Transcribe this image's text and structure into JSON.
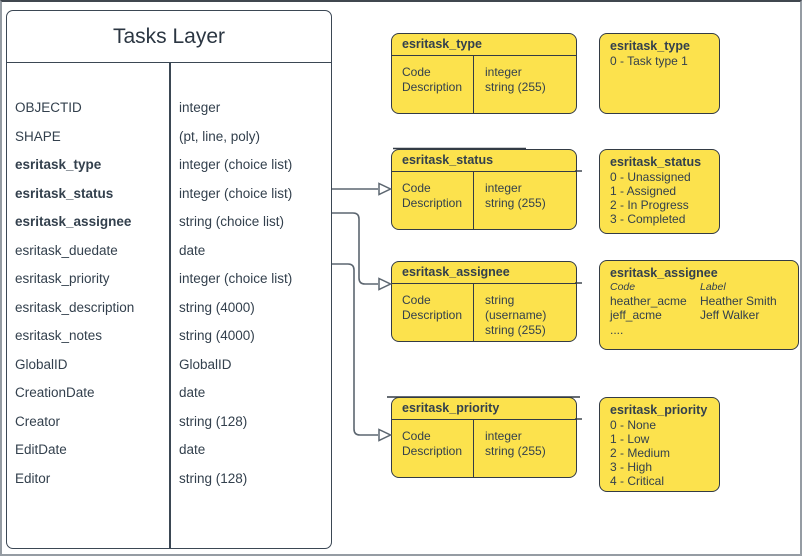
{
  "colors": {
    "box_fill": "#fce24d",
    "box_border": "#333b45",
    "connector": "#5c6670",
    "text": "#33404d"
  },
  "tasks_layer": {
    "title": "Tasks Layer",
    "fields": [
      {
        "name": "OBJECTID",
        "type": "integer"
      },
      {
        "name": "SHAPE",
        "type": "(pt, line, poly)"
      },
      {
        "name": "esritask_type",
        "type": "integer (choice list)"
      },
      {
        "name": "esritask_status",
        "type": "integer (choice list)"
      },
      {
        "name": "esritask_assignee",
        "type": "string (choice list)"
      },
      {
        "name": "esritask_duedate",
        "type": "date"
      },
      {
        "name": "esritask_priority",
        "type": "integer (choice list)"
      },
      {
        "name": "esritask_description",
        "type": "string (4000)"
      },
      {
        "name": "esritask_notes",
        "type": "string (4000)"
      },
      {
        "name": "GlobalID",
        "type": "GlobalID"
      },
      {
        "name": "CreationDate",
        "type": "date"
      },
      {
        "name": "Creator",
        "type": "string (128)"
      },
      {
        "name": "EditDate",
        "type": "date"
      },
      {
        "name": "Editor",
        "type": "string (128)"
      }
    ]
  },
  "field_tables": [
    {
      "title": "esritask_type",
      "row1_name": "Code",
      "row2_name": "Description",
      "row1_type": "integer",
      "row2_type": "string (255)"
    },
    {
      "title": "esritask_status",
      "row1_name": "Code",
      "row2_name": "Description",
      "row1_type": "integer",
      "row2_type": "string (255)"
    },
    {
      "title": "esritask_assignee",
      "row1_name": "Code",
      "row2_name": "Description",
      "row1_type": "string  (username)",
      "row2_type": "string (255)"
    },
    {
      "title": "esritask_priority",
      "row1_name": "Code",
      "row2_name": "Description",
      "row1_type": "integer",
      "row2_type": "string (255)"
    }
  ],
  "domain_tables": {
    "type": {
      "title": "esritask_type",
      "values": [
        "0 - Task type 1"
      ]
    },
    "status": {
      "title": "esritask_status",
      "values": [
        "0 - Unassigned",
        "1 - Assigned",
        "2 - In Progress",
        "3 - Completed"
      ]
    },
    "assignee": {
      "title": "esritask_assignee",
      "col1_header": "Code",
      "col2_header": "Label",
      "pairs": [
        {
          "code": "heather_acme",
          "label": "Heather Smith"
        },
        {
          "code": "jeff_acme",
          "label": "Jeff Walker"
        }
      ],
      "more": "...."
    },
    "priority": {
      "title": "esritask_priority",
      "values": [
        "0 - None",
        "1 - Low",
        "2 - Medium",
        "3 - High",
        "4 - Critical"
      ]
    }
  }
}
